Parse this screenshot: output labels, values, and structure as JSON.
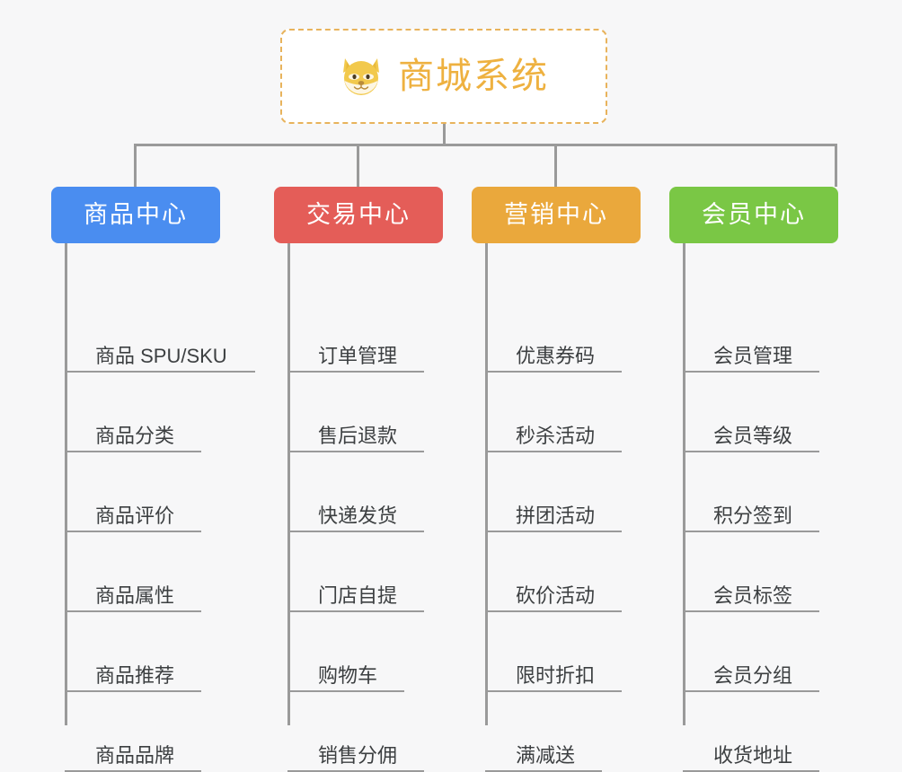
{
  "page": {
    "background_color": "#f7f7f8",
    "line_color": "#9a9a9a",
    "leaf_text_color": "#3c3f41"
  },
  "root": {
    "title": "商城系统",
    "icon": "shiba-dog-face-emoji",
    "emoji": "🐶",
    "text_color": "#eeb140",
    "border_color": "#e8b35c",
    "background_color": "#ffffff"
  },
  "columns": [
    {
      "title": "商品中心",
      "color": "#4a8df0",
      "items": [
        "商品 SPU/SKU",
        "商品分类",
        "商品评价",
        "商品属性",
        "商品推荐",
        "商品品牌"
      ]
    },
    {
      "title": "交易中心",
      "color": "#e45d58",
      "items": [
        "订单管理",
        "售后退款",
        "快递发货",
        "门店自提",
        "购物车",
        "销售分佣"
      ]
    },
    {
      "title": "营销中心",
      "color": "#eaa83c",
      "items": [
        "优惠券码",
        "秒杀活动",
        "拼团活动",
        "砍价活动",
        "限时折扣",
        "满减送"
      ]
    },
    {
      "title": "会员中心",
      "color": "#7ac745",
      "items": [
        "会员管理",
        "会员等级",
        "积分签到",
        "会员标签",
        "会员分组",
        "收货地址"
      ]
    }
  ]
}
